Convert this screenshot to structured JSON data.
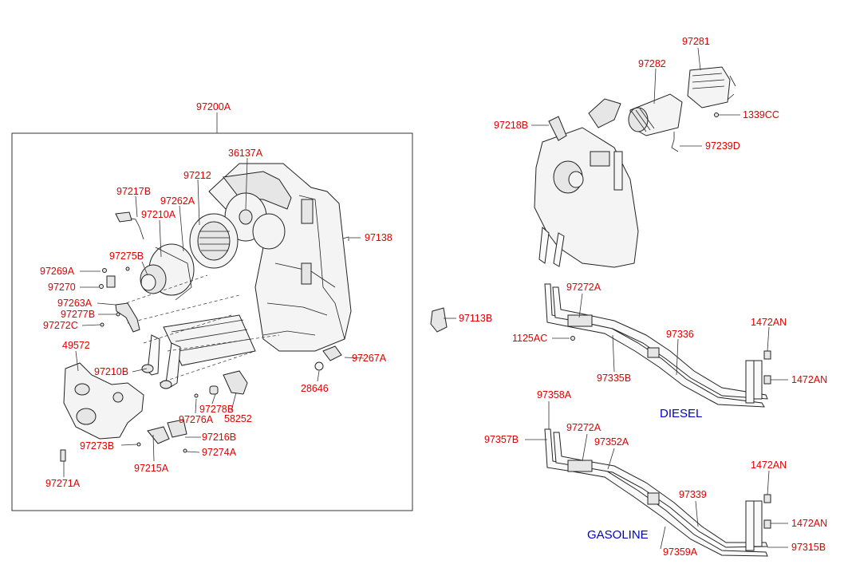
{
  "callouts": {
    "heater_assembly": "97200A",
    "p97212": "97212",
    "p36137A": "36137A",
    "p97217B": "97217B",
    "p97262A": "97262A",
    "p97210A": "97210A",
    "p97138": "97138",
    "p97275B": "97275B",
    "p97269A": "97269A",
    "p97270": "97270",
    "p97263A": "97263A",
    "p97277B": "97277B",
    "p97272C": "97272C",
    "p49572": "49572",
    "p97210B": "97210B",
    "p97267A": "97267A",
    "p28646": "28646",
    "p97278B": "97278B",
    "p97276A": "97276A",
    "p58252": "58252",
    "p97216B": "97216B",
    "p97273B": "97273B",
    "p97274A": "97274A",
    "p97215A": "97215A",
    "p97271A": "97271A",
    "p97281": "97281",
    "p97282": "97282",
    "p97218B": "97218B",
    "p1339CC": "1339CC",
    "p97239D": "97239D",
    "p97113B": "97113B",
    "diesel_97272A": "97272A",
    "p1125AC": "1125AC",
    "p97336": "97336",
    "p97335B": "97335B",
    "diesel_1472AN_a": "1472AN",
    "diesel_1472AN_b": "1472AN",
    "p97358A": "97358A",
    "p97357B": "97357B",
    "gas_97272A": "97272A",
    "p97352A": "97352A",
    "p97339": "97339",
    "gas_1472AN_a": "1472AN",
    "gas_1472AN_b": "1472AN",
    "p97359A": "97359A",
    "p97315B": "97315B"
  },
  "variants": {
    "diesel": "DIESEL",
    "gasoline": "GASOLINE"
  },
  "colors": {
    "callout": "#e00000",
    "variant": "#0000cc",
    "line": "#222222"
  }
}
